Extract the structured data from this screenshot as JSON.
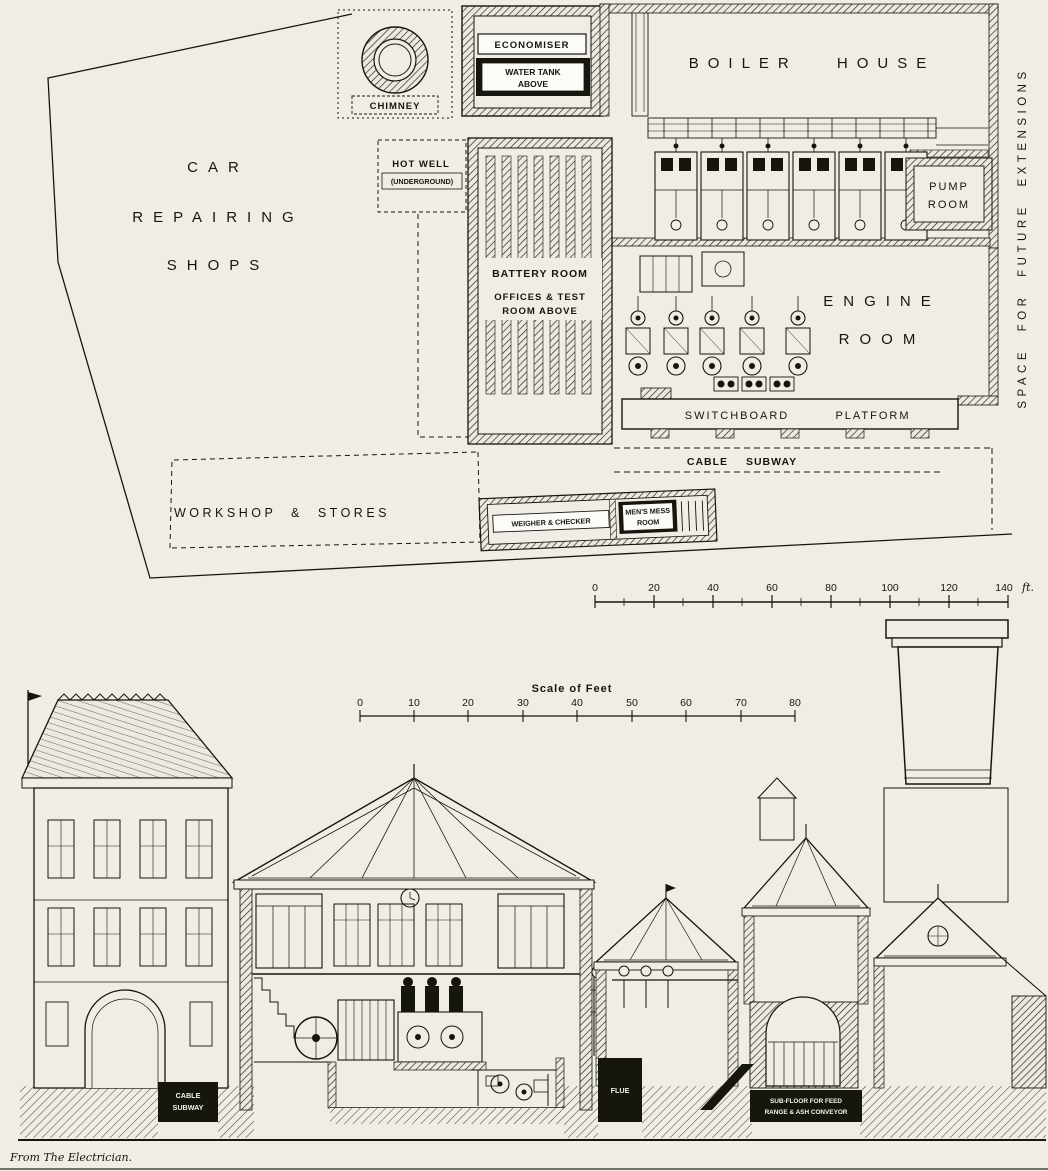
{
  "plan": {
    "chimney_label": "CHIMNEY",
    "economiser_label": "ECONOMISER",
    "water_tank_line1": "WATER TANK",
    "water_tank_line2": "ABOVE",
    "boiler_house_label": "BOILER HOUSE",
    "car_shops_line1": "CAR",
    "car_shops_line2": "REPAIRING",
    "car_shops_line3": "SHOPS",
    "hot_well_line1": "HOT WELL",
    "hot_well_line2": "(UNDERGROUND)",
    "pump_room_line1": "PUMP",
    "pump_room_line2": "ROOM",
    "battery_room_label": "BATTERY ROOM",
    "offices_line1": "OFFICES & TEST",
    "offices_line2": "ROOM ABOVE",
    "engine_room_line1": "ENGINE",
    "engine_room_line2": "ROOM",
    "switchboard_label": "SWITCHBOARD",
    "platform_label": "PLATFORM",
    "cable_subway_label": "CABLE SUBWAY",
    "workshop_label": "WORKSHOP & STORES",
    "weigher_label": "WEIGHER & CHECKER",
    "mess_room_line1": "MEN'S MESS",
    "mess_room_line2": "ROOM",
    "future_extensions_label": "SPACE FOR FUTURE EXTENSIONS"
  },
  "plan_scale": {
    "ticks": [
      "0",
      "20",
      "40",
      "60",
      "80",
      "100",
      "120",
      "140"
    ],
    "unit": "ft."
  },
  "section_scale": {
    "title": "Scale of Feet",
    "ticks": [
      "0",
      "10",
      "20",
      "30",
      "40",
      "50",
      "60",
      "70",
      "80"
    ]
  },
  "section": {
    "cable_subway_line1": "CABLE",
    "cable_subway_line2": "SUBWAY",
    "flue_label": "FLUE",
    "subfloor_line1": "SUB-FLOOR FOR FEED",
    "subfloor_line2": "RANGE & ASH CONVEYOR"
  },
  "caption": "From The Electrician."
}
